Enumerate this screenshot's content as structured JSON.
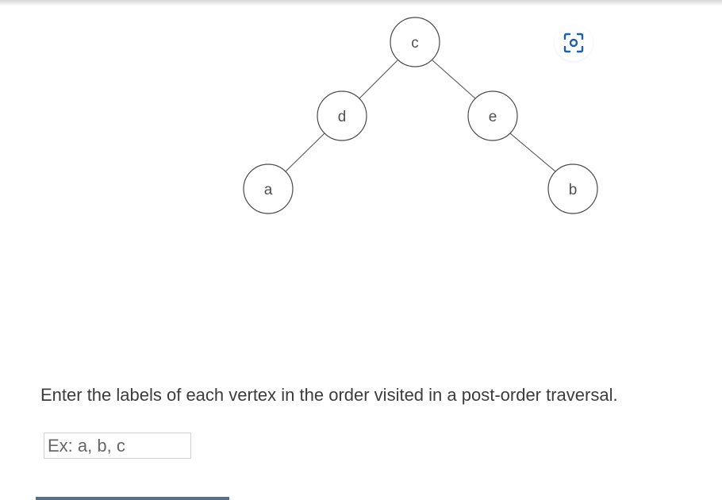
{
  "tree": {
    "nodes": {
      "c": "c",
      "d": "d",
      "e": "e",
      "a": "a",
      "b": "b"
    },
    "edges": [
      [
        "c",
        "d"
      ],
      [
        "c",
        "e"
      ],
      [
        "d",
        "a"
      ],
      [
        "e",
        "b"
      ]
    ]
  },
  "toolbar": {
    "scan_icon": "scan-icon"
  },
  "question": {
    "prompt": "Enter the labels of each vertex in the order visited in a post-order traversal."
  },
  "answer": {
    "placeholder": "Ex: a, b, c",
    "value": ""
  },
  "colors": {
    "node_stroke": "#4a4a4a",
    "scan_icon": "#1f5fa8",
    "bottom_bar": "#5a6f86"
  }
}
